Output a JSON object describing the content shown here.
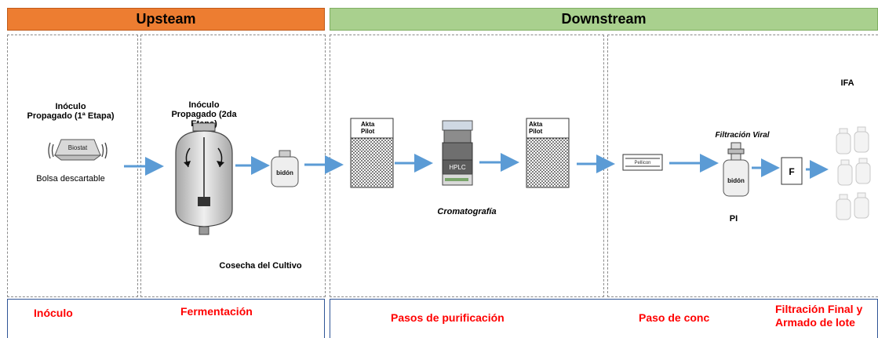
{
  "headers": {
    "upstream": "Upsteam",
    "downstream": "Downstream"
  },
  "stage1": {
    "title_line1": "Inóculo",
    "title_line2": "Propagado (1ª Etapa)",
    "bag_label": "Biostat",
    "caption": "Bolsa descartable"
  },
  "stage2": {
    "title_line1": "Inóculo",
    "title_line2": "Propagado (2da Etapa)",
    "container_label": "bidón",
    "caption": "Cosecha del Cultivo"
  },
  "stage3": {
    "column1_line1": "Akta",
    "column1_line2": "Pilot",
    "hplc_label": "HPLC",
    "column2_line1": "Akta",
    "column2_line2": "Pilot",
    "caption": "Cromatografía"
  },
  "stage4": {
    "pellicon_label": "Pellicon",
    "viral_label": "Filtración Viral",
    "container_label": "bidón",
    "pi_label": "PI",
    "filter_label": "F",
    "ifa_label": "IFA"
  },
  "footer": {
    "inoculo": "Inóculo",
    "fermentacion": "Fermentación",
    "purificacion": "Pasos de purificación",
    "conc": "Paso de conc",
    "final_line1": "Filtración Final y",
    "final_line2": "Armado de lote"
  },
  "colors": {
    "upstream": "#ed7d31",
    "downstream": "#a9d08e",
    "arrow": "#5b9bd5",
    "footer_text": "#ff0000"
  }
}
